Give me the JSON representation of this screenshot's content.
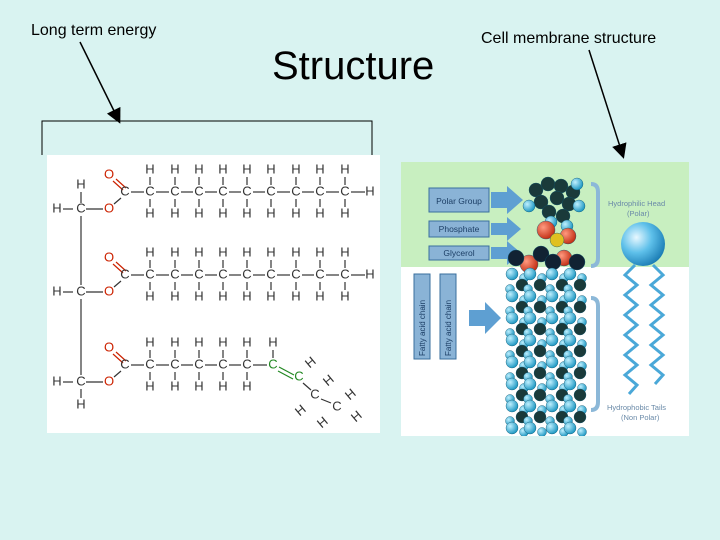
{
  "labels": {
    "left": "Long term energy",
    "title": "Structure",
    "right": "Cell membrane structure"
  },
  "triglyceride": {
    "atoms": {
      "H": "H",
      "C": "C",
      "O": "O"
    }
  },
  "membrane": {
    "tags": [
      "Polar Group",
      "Phosphate",
      "Glycerol"
    ],
    "fatty_acid_chain": "Fatty acid chain",
    "head_title": "Hydrophilic Head",
    "head_sub": "(Polar)",
    "tails_title": "Hydrophobic Tails",
    "tails_sub": "(Non Polar)"
  },
  "colors": {
    "background": "#d9f3f1",
    "ester_red": "#cc2200",
    "unsat_green": "#228822",
    "membrane_green": "#c8efc0",
    "tag_blue": "#8ab3d6",
    "atom_cyan": "#2bb3d6"
  }
}
